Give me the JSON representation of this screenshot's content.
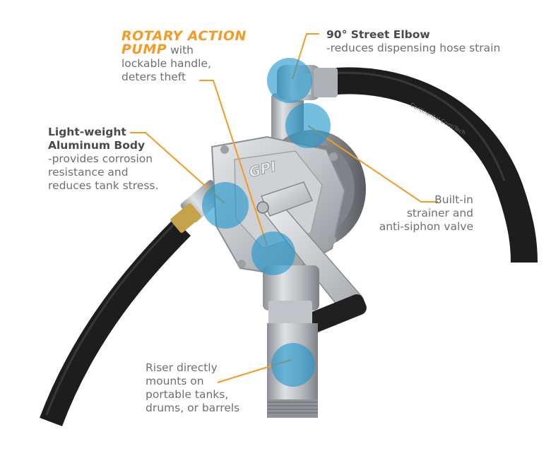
{
  "colors": {
    "accent": "#f29b25",
    "callout_blue": "#1e96cd",
    "text_gray": "#6f6f6f",
    "hose": "#1d1d1d",
    "metal": "#b9bdc1"
  },
  "product_marks": {
    "brand_logo": "GPI",
    "hose_print": "Continental ContiTech"
  },
  "callouts": {
    "rotary": {
      "title_line1": "ROTARY ACTION",
      "title_line2": "PUMP",
      "title_rest": " with",
      "line3": "lockable handle,",
      "line4": "deters theft"
    },
    "elbow": {
      "title": "90° Street Elbow",
      "desc": "-reduces dispensing hose strain"
    },
    "body": {
      "title_line1": "Light-weight",
      "title_line2": "Aluminum Body",
      "desc_line1": "-provides corrosion",
      "desc_line2": "resistance and",
      "desc_line3": "reduces tank stress."
    },
    "strainer": {
      "line1": "Built-in",
      "line2": "strainer and",
      "line3": "anti-siphon valve"
    },
    "riser": {
      "line1": "Riser directly",
      "line2": "mounts on",
      "line3": "portable tanks,",
      "line4": "drums, or barrels"
    }
  }
}
